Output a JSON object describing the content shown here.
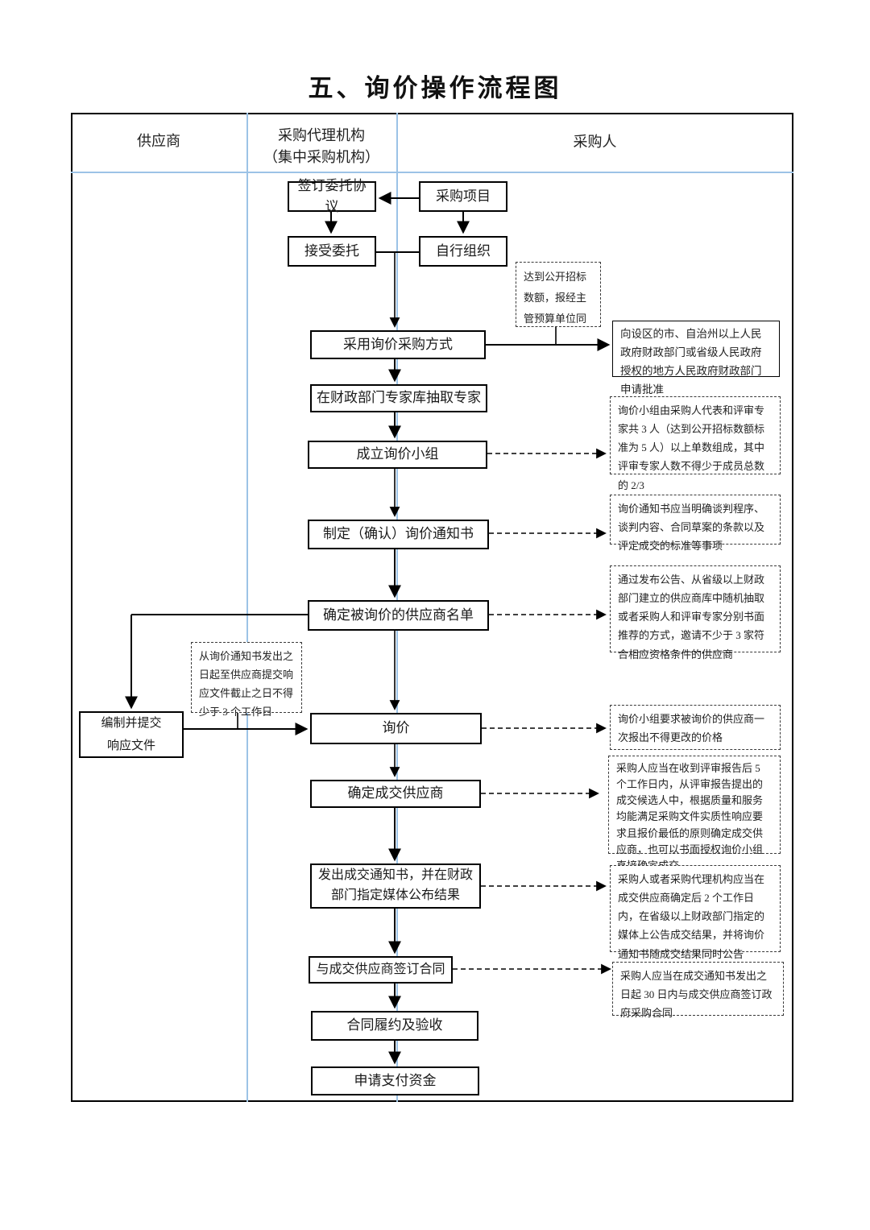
{
  "title": "五、询价操作流程图",
  "lanes": {
    "supplier": "供应商",
    "agency": [
      "采购代理机构",
      "（集中采购机构）"
    ],
    "purchaser": "采购人"
  },
  "nodes": {
    "sign_agreement": "签订委托协议",
    "project": "采购项目",
    "accept": "接受委托",
    "self_organize": "自行组织",
    "adopt_method": "采用询价采购方式",
    "extract_experts": "在财政部门专家库抽取专家",
    "form_group": "成立询价小组",
    "make_notice": "制定（确认）询价通知书",
    "supplier_list": "确定被询价的供应商名单",
    "inquiry": "询价",
    "confirm_supplier": "确定成交供应商",
    "issue_notice": "发出成交通知书，并在财政部门指定媒体公布结果",
    "sign_contract": "与成交供应商签订合同",
    "perform_contract": "合同履约及验收",
    "apply_payment": "申请支付资金",
    "prepare_response": [
      "编制并提交",
      "响应文件"
    ]
  },
  "notes": {
    "threshold": "达到公开招标数额，报经主管预算单位同",
    "approval": "向设区的市、自治州以上人民政府财政部门或省级人民政府授权的地方人民政府财政部门申请批准",
    "group_composition": "询价小组由采购人代表和评审专家共 3 人（达到公开招标数额标准为 5 人）以上单数组成，其中评审专家人数不得少于成员总数的 2/3",
    "notice_content": "询价通知书应当明确谈判程序、谈判内容、合同草案的条款以及评定成交的标准等事项",
    "supplier_selection": "通过发布公告、从省级以上财政部门建立的供应商库中随机抽取或者采购人和评审专家分别书面推荐的方式，邀请不少于 3 家符合相应资格条件的供应商",
    "response_deadline": "从询价通知书发出之日起至供应商提交响应文件截止之日不得少于 3 个工作日",
    "one_quote": "询价小组要求被询价的供应商一次报出不得更改的价格",
    "determine_rule": "采购人应当在收到评审报告后 5 个工作日内，从评审报告提出的成交候选人中，根据质量和服务均能满足采购文件实质性响应要求且报价最低的原则确定成交供应商，也可以书面授权询价小组直接确定成交",
    "announce_result": "采购人或者采购代理机构应当在成交供应商确定后 2 个工作日内，在省级以上财政部门指定的媒体上公告成交结果，并将询价通知书随成交结果同时公告",
    "contract_deadline": "采购人应当在成交通知书发出之日起 30 日内与成交供应商签订政府采购合同"
  },
  "colors": {
    "lane_divider": "#9cc3e6",
    "line": "#000000",
    "background": "#ffffff"
  }
}
